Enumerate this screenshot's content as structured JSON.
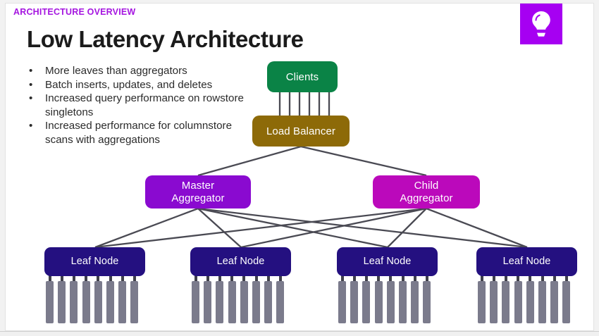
{
  "slide": {
    "eyebrow": "ARCHITECTURE OVERVIEW",
    "title": "Low Latency Architecture",
    "accent_color": "#a515e0",
    "background": "#ffffff",
    "badge": {
      "icon": "lightbulb-icon",
      "background": "#a600f2",
      "icon_color": "#ffffff"
    }
  },
  "bullets": [
    {
      "marker": "•",
      "text": "More leaves than aggregators"
    },
    {
      "marker": "•",
      "text": "Batch inserts, updates, and deletes"
    },
    {
      "marker": "•",
      "text": "Increased query performance on rowstore singletons"
    },
    {
      "marker": "•",
      "text": "Increased performance for columnstore scans with aggregations"
    }
  ],
  "diagram": {
    "type": "node-graph",
    "nodes": [
      {
        "id": "clients",
        "label": "Clients",
        "color": "#0a8346",
        "text_color": "#ffffff",
        "tier": "client"
      },
      {
        "id": "lb",
        "label": "Load Balancer",
        "color": "#8d6a08",
        "text_color": "#ffffff",
        "tier": "balancer"
      },
      {
        "id": "master",
        "label": "Master\nAggregator",
        "label_line1": "Master",
        "label_line2": "Aggregator",
        "color": "#8a0ad0",
        "text_color": "#ffffff",
        "tier": "aggregator"
      },
      {
        "id": "child",
        "label": "Child\nAggregator",
        "label_line1": "Child",
        "label_line2": "Aggregator",
        "color": "#bb09bb",
        "text_color": "#ffffff",
        "tier": "aggregator"
      },
      {
        "id": "leaf1",
        "label": "Leaf Node",
        "color": "#241080",
        "text_color": "#ffffff",
        "tier": "leaf",
        "disks": 8
      },
      {
        "id": "leaf2",
        "label": "Leaf Node",
        "color": "#241080",
        "text_color": "#ffffff",
        "tier": "leaf",
        "disks": 8
      },
      {
        "id": "leaf3",
        "label": "Leaf Node",
        "color": "#241080",
        "text_color": "#ffffff",
        "tier": "leaf",
        "disks": 8
      },
      {
        "id": "leaf4",
        "label": "Leaf Node",
        "color": "#241080",
        "text_color": "#ffffff",
        "tier": "leaf",
        "disks": 8
      }
    ],
    "edges": [
      {
        "from": "clients",
        "to": "lb",
        "count": 6,
        "style": "parallel-vertical"
      },
      {
        "from": "lb",
        "to": "master"
      },
      {
        "from": "lb",
        "to": "child"
      },
      {
        "from": "master",
        "to": "leaf1"
      },
      {
        "from": "master",
        "to": "leaf2"
      },
      {
        "from": "master",
        "to": "leaf3"
      },
      {
        "from": "master",
        "to": "leaf4"
      },
      {
        "from": "child",
        "to": "leaf1"
      },
      {
        "from": "child",
        "to": "leaf2"
      },
      {
        "from": "child",
        "to": "leaf3"
      },
      {
        "from": "child",
        "to": "leaf4"
      }
    ],
    "edge_color": "#4a4a53",
    "disk_color": "#7b7b8c",
    "disk_stem_color": "#3f3f4a"
  }
}
